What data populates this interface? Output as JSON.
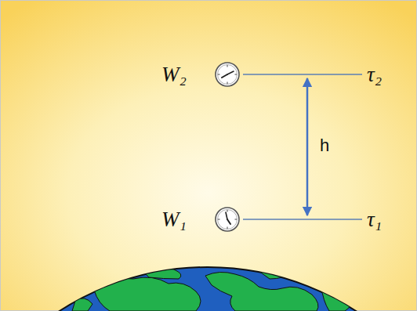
{
  "diagram": {
    "labels": [
      "W₂",
      "τ₂",
      "h",
      "W₁",
      "τ₁"
    ]
  }
}
